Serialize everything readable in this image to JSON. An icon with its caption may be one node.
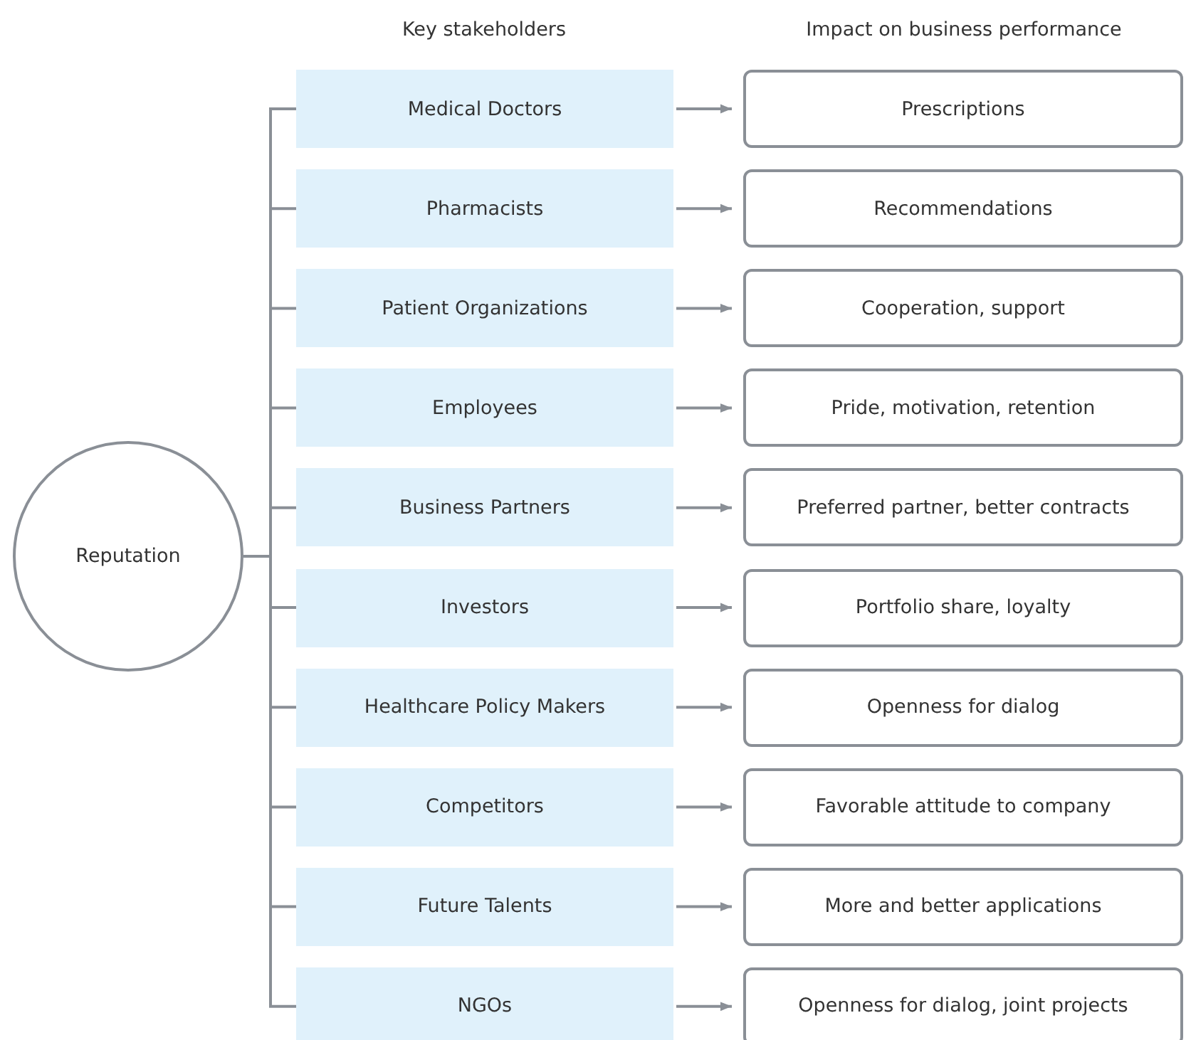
{
  "diagram": {
    "nodes": [
      {
        "text": [
          "Reputation"
        ]
      },
      {
        "text": [
          "Medical Doctors"
        ]
      },
      {
        "text": [
          "Pharmacists"
        ]
      },
      {
        "text": [
          "Patient Organizations"
        ]
      },
      {
        "text": [
          "Employees"
        ]
      },
      {
        "text": [
          "Business Partners"
        ]
      },
      {
        "text": [
          "Investors"
        ]
      },
      {
        "text": [
          "Healthcare Policy Makers"
        ]
      },
      {
        "text": [
          "Competitors"
        ]
      },
      {
        "text": [
          "Future Talents"
        ]
      },
      {
        "text": [
          "NGOs"
        ]
      },
      {
        "text": [
          "Prescriptions"
        ]
      },
      {
        "text": [
          "Recommendations"
        ]
      },
      {
        "text": [
          "Cooperation, support"
        ]
      },
      {
        "text": [
          "Pride, motivation, retention"
        ]
      },
      {
        "text": [
          "Preferred partner, better contracts"
        ]
      },
      {
        "text": [
          "Portfolio share, loyalty"
        ]
      },
      {
        "text": [
          "Openness for dialog"
        ]
      },
      {
        "text": [
          "Favorable attitude to company"
        ]
      },
      {
        "text": [
          "More and better applications"
        ]
      },
      {
        "text": [
          "Openness for dialog, joint projects"
        ]
      }
    ],
    "edges": [
      {
        "from": 0,
        "to": 1,
        "arrow": "none"
      },
      {
        "from": 0,
        "to": 2,
        "arrow": "none"
      },
      {
        "from": 0,
        "to": 3,
        "arrow": "none"
      },
      {
        "from": 0,
        "to": 4,
        "arrow": "none"
      },
      {
        "from": 0,
        "to": 5,
        "arrow": "none"
      },
      {
        "from": 0,
        "to": 6,
        "arrow": "none"
      },
      {
        "from": 0,
        "to": 7,
        "arrow": "none"
      },
      {
        "from": 0,
        "to": 8,
        "arrow": "none"
      },
      {
        "from": 0,
        "to": 9,
        "arrow": "none"
      },
      {
        "from": 0,
        "to": 10,
        "arrow": "none"
      },
      {
        "from": 1,
        "to": 11,
        "arrow": "to"
      },
      {
        "from": 2,
        "to": 12,
        "arrow": "to"
      },
      {
        "from": 3,
        "to": 13,
        "arrow": "to"
      },
      {
        "from": 4,
        "to": 14,
        "arrow": "to"
      },
      {
        "from": 5,
        "to": 15,
        "arrow": "to"
      },
      {
        "from": 6,
        "to": 16,
        "arrow": "to"
      },
      {
        "from": 7,
        "to": 17,
        "arrow": "to"
      },
      {
        "from": 8,
        "to": 18,
        "arrow": "to"
      },
      {
        "from": 9,
        "to": 19,
        "arrow": "to"
      },
      {
        "from": 10,
        "to": 20,
        "arrow": "to"
      }
    ],
    "labels": [
      "Key stakeholders",
      "Impact on business performance"
    ]
  }
}
